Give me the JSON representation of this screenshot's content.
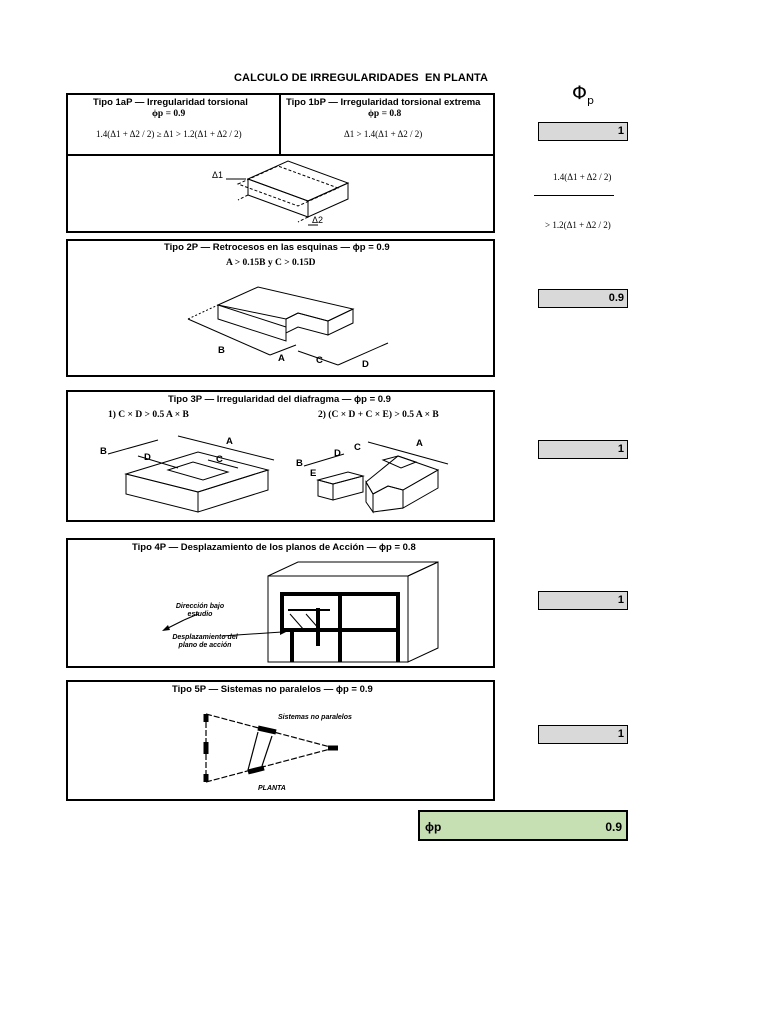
{
  "title": "CALCULO DE IRREGULARIDADES  EN PLANTA",
  "column_header": {
    "symbol": "Φ",
    "subscript": "p"
  },
  "type1": {
    "a_title": "Tipo 1aP — Irregularidad torsional",
    "a_factor": "ϕp = 0.9",
    "a_condition": "1.4(Δ1 + Δ2 / 2) ≥ Δ1 > 1.2(Δ1 + Δ2 / 2)",
    "b_title": "Tipo 1bP — Irregularidad torsional extrema",
    "b_factor": "ϕp = 0.8",
    "b_condition": "Δ1 > 1.4(Δ1 + Δ2 / 2)",
    "diagram_labels": [
      "Δ1",
      "Δ2"
    ],
    "value": "1",
    "side_formula_top": "1.4(Δ1 + Δ2 / 2)",
    "side_formula_bottom": "> 1.2(Δ1 + Δ2 / 2)"
  },
  "type2": {
    "title": "Tipo 2P — Retrocesos en las esquinas — ϕp = 0.9",
    "condition": "A > 0.15B   y   C > 0.15D",
    "labels": [
      "B",
      "A",
      "C",
      "D"
    ],
    "value": "0.9"
  },
  "type3": {
    "title": "Tipo 3P — Irregularidad del diafragma — ϕp = 0.9",
    "condition1": "1)  C × D > 0.5 A × B",
    "condition2": "2)  (C × D + C × E) > 0.5 A × B",
    "labels1": [
      "B",
      "D",
      "A",
      "C"
    ],
    "labels2": [
      "B",
      "E",
      "D",
      "C",
      "A"
    ],
    "value": "1"
  },
  "type4": {
    "title": "Tipo 4P — Desplazamiento de los planos de Acción — ϕp = 0.8",
    "label_direction": "Dirección bajo estudio",
    "label_displacement": "Desplazamiento del plano de acción",
    "value": "1"
  },
  "type5": {
    "title": "Tipo 5P — Sistemas no paralelos — ϕp = 0.9",
    "label_systems": "Sistemas no paralelos",
    "label_plan": "PLANTA",
    "value": "1"
  },
  "result": {
    "label": "ϕp",
    "value": "0.9"
  }
}
